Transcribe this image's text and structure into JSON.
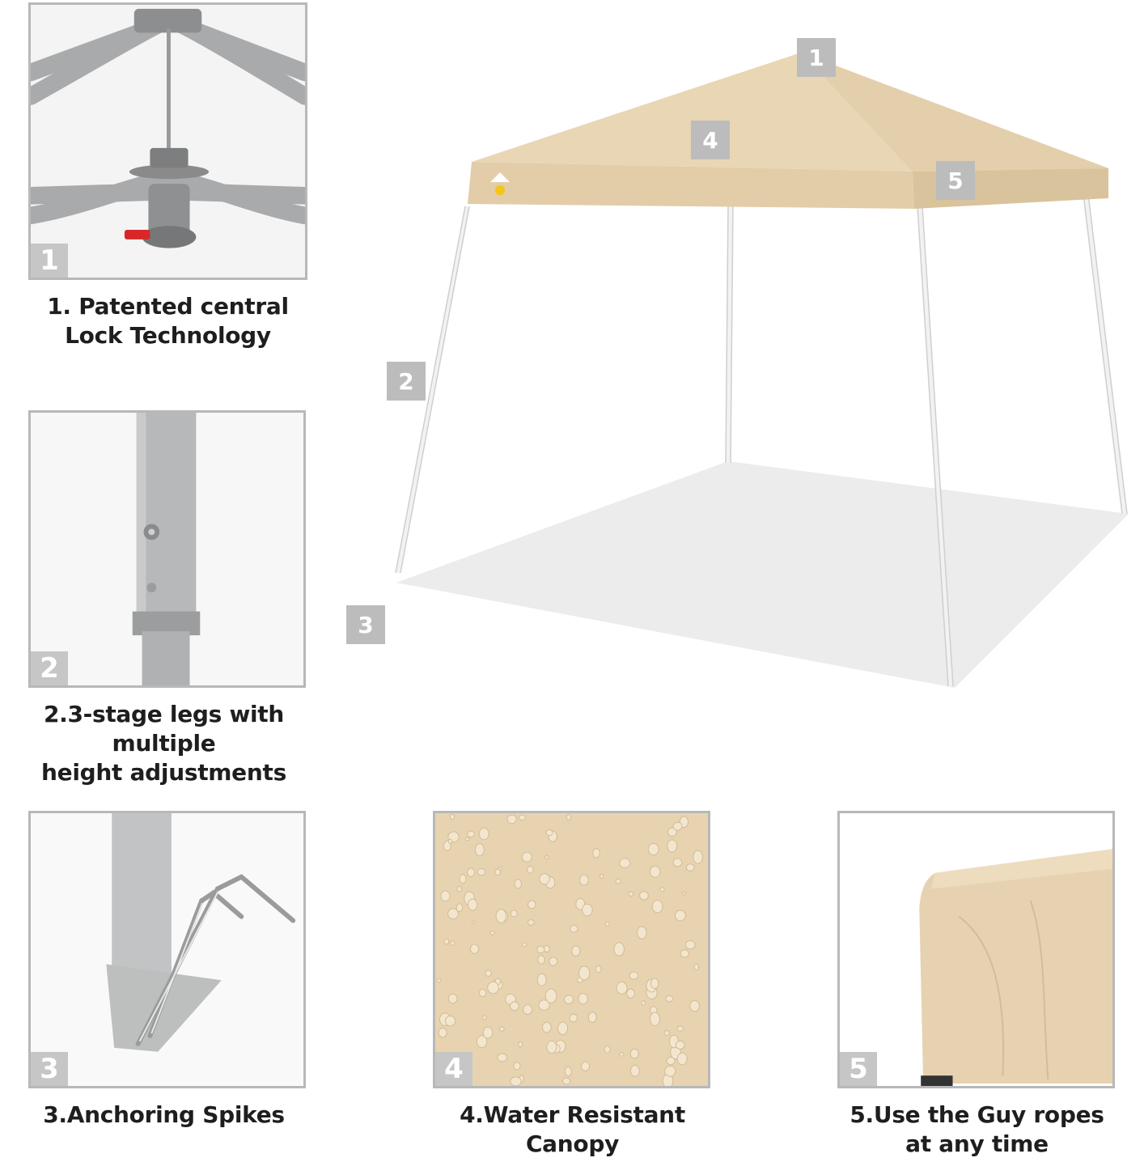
{
  "features": [
    {
      "number": "1",
      "caption_lines": [
        "1. Patented central",
        "Lock Technology"
      ]
    },
    {
      "number": "2",
      "caption_lines": [
        "2.3-stage legs with multiple",
        "height adjustments"
      ]
    },
    {
      "number": "3",
      "caption_lines": [
        "3.Anchoring Spikes"
      ]
    },
    {
      "number": "4",
      "caption_lines": [
        "4.Water Resistant",
        "Canopy"
      ]
    },
    {
      "number": "5",
      "caption_lines": [
        "5.Use the Guy ropes",
        "at any time"
      ]
    }
  ],
  "hero_markers": [
    "1",
    "2",
    "3",
    "4",
    "5"
  ],
  "colors": {
    "canopy": "#e6d2b0",
    "frame": "#a9aaab",
    "panel_border": "#b8b8b8",
    "marker": "#bcbcbc",
    "lock_red": "#d62828"
  }
}
